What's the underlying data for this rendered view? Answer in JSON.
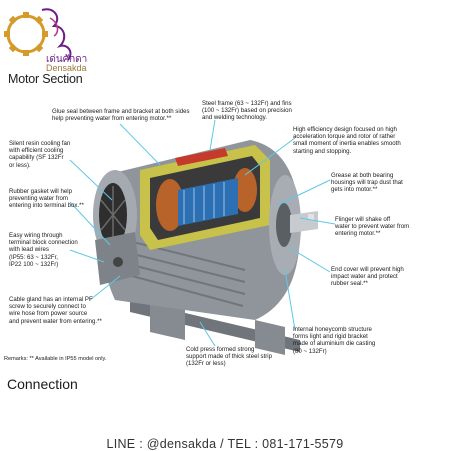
{
  "logo": {
    "thai_text": "เด่นศักดา",
    "english_text": "Densakda",
    "icon": "gear-flame-logo"
  },
  "section_title": "Motor Section",
  "callouts": {
    "glue_seal": "Glue seal between frame and bracket at both sides\nhelp preventing water from entering motor.**",
    "steel_frame": "Steel frame (63 ~ 132Fr) and fins\n(100 ~ 132Fr) based on precision\nand welding technology.",
    "high_efficiency": "High efficiency design focused on high\nacceleration torque and rotor of rather\nsmall moment of inertia enables smooth\nstarting and stopping.",
    "silent_resin": "Silent resin cooling fan\nwith efficient cooling\ncapability (SF 132Fr\nor less).",
    "grease": "Grease at both bearing\nhousings will trap dust that\ngets into motor.**",
    "rubber_gasket": "Rubber gasket will help\npreventing water from\nentering into terminal box.**",
    "slinger": "Flinger will shake off\nwater to prevent water from\nentering motor.**",
    "easy_wiring": "Easy wiring through\nterminal block connection\nwith lead wires\n(IP55: 63 ~ 132Fr,\nIP22 100 ~ 132Fr)",
    "end_cover": "End cover will prevent high\nimpact water and protect\nrubber seal.**",
    "cable_gland": "Cable gland has an internal PF\nscrew to securely connect to\nwire hose from power source\nand prevent water from entering.**",
    "honeycomb": "Internal honeycomb structure\nforms light and rigid bracket\nmade of aluminium die casting\n(80 ~ 132Fr)",
    "cold_press": "Cold press formed strong\nsupport made of thick steel strip\n(132Fr or less)"
  },
  "remarks": "Remarks: ** Available in IP55 model only.",
  "connection_heading": "Connection",
  "footer": "LINE : @densakda / TEL : 081-171-5579",
  "colors": {
    "motor_body": "#8f959b",
    "rotor_blue": "#2d6fb3",
    "copper": "#b8632a",
    "leader_line": "#5ec8e6",
    "logo_gear": "#d49a2a",
    "logo_purple": "#6b1f86"
  }
}
